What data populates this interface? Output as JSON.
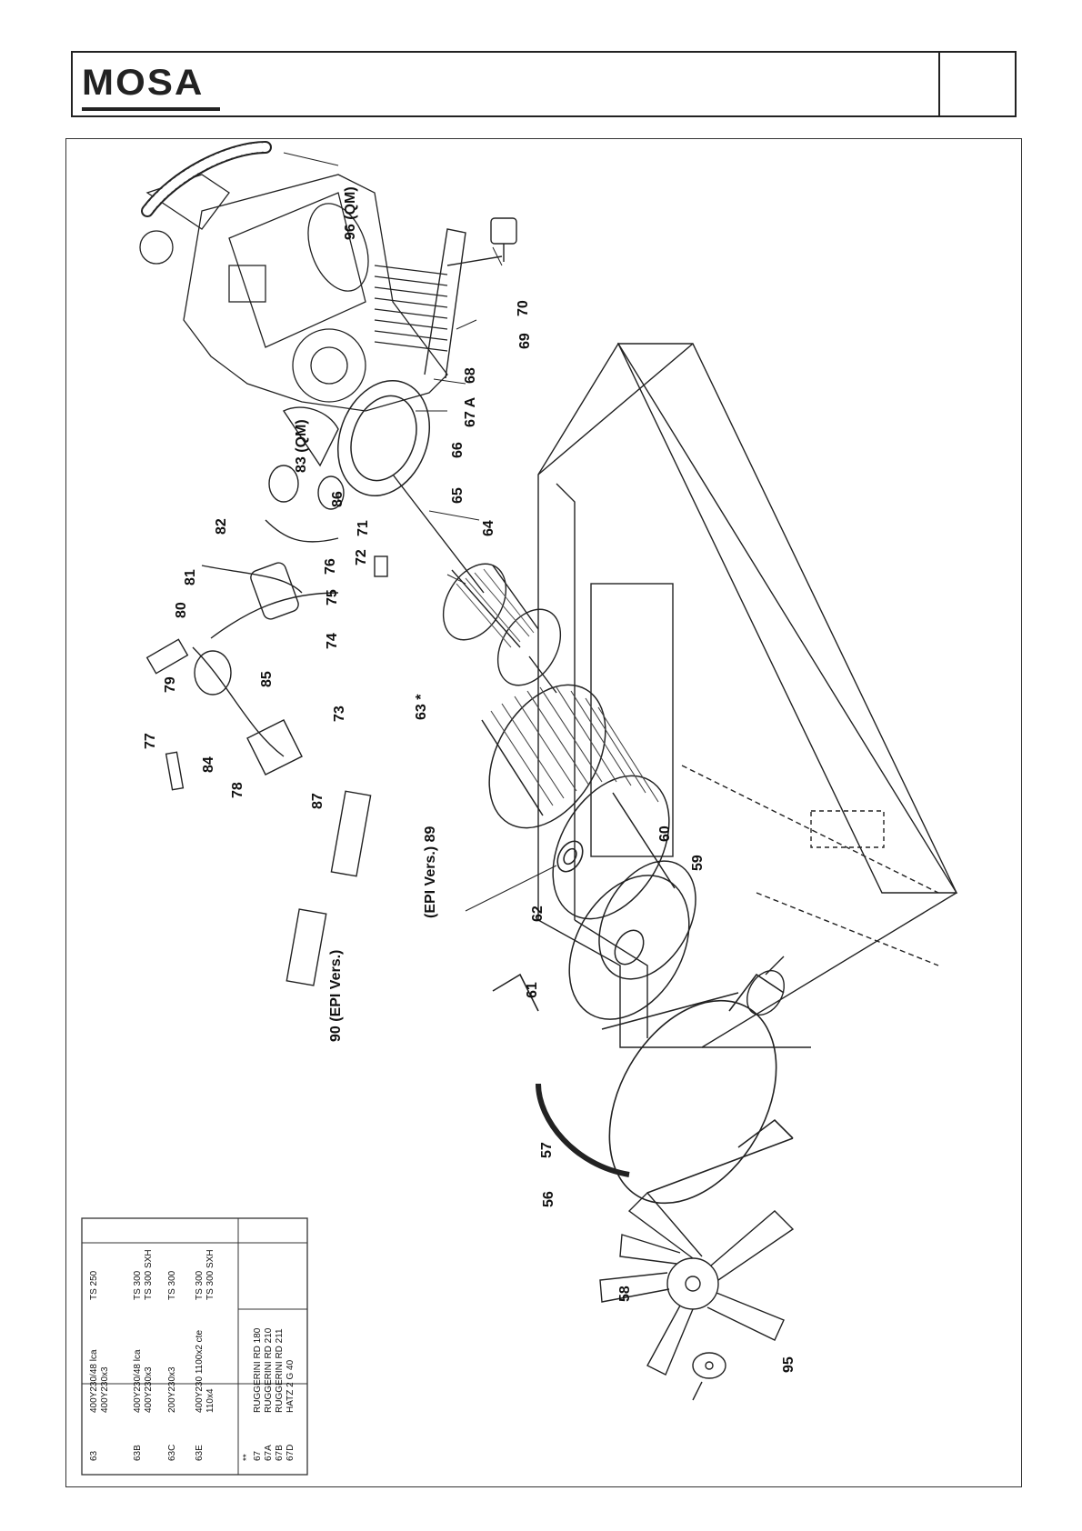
{
  "header": {
    "logo": "MOSA"
  },
  "callouts": {
    "c96": "96 (QM)",
    "c70": "70",
    "c69": "69",
    "c68": "68",
    "c67a": "67 A",
    "c66": "66",
    "c65": "65",
    "c64": "64",
    "c83": "83 (QM)",
    "c86": "86",
    "c82": "82",
    "c81": "81",
    "c80": "80",
    "c79": "79",
    "c77": "77",
    "c76": "76",
    "c75": "75",
    "c74": "74",
    "c72": "72",
    "c71": "71",
    "c85": "85",
    "c73": "73",
    "c84": "84",
    "c78": "78",
    "c87": "87",
    "c89": "(EPI Vers.) 89",
    "c90": "90 (EPI Vers.)",
    "c63": "63 *",
    "c62": "62",
    "c61": "61",
    "c60": "60",
    "c59": "59",
    "c57": "57",
    "c56": "56",
    "c58": "58",
    "c95": "95"
  },
  "legend": {
    "rows": [
      {
        "code": "63",
        "voltage": [
          "400Y230/48 lca",
          "400Y230x3"
        ],
        "model": [
          "TS 250"
        ]
      },
      {
        "code": "63B",
        "voltage": [
          "400Y230/48 lca",
          "400Y230x3"
        ],
        "model": [
          "TS 300",
          "TS 300 SXH"
        ]
      },
      {
        "code": "63C",
        "voltage": [
          "200Y230x3"
        ],
        "model": [
          "TS 300"
        ]
      },
      {
        "code": "63E",
        "voltage": [
          "400Y230 1100x2 cte",
          "110x4"
        ],
        "model": [
          "TS 300",
          "TS 300 SXH"
        ]
      }
    ],
    "engine_rows": [
      {
        "code": "**",
        "engine": ""
      },
      {
        "code": "67",
        "engine": "RUGGERINI RD 180"
      },
      {
        "code": "67A",
        "engine": "RUGGERINI RD 210"
      },
      {
        "code": "67B",
        "engine": "RUGGERINI RD 211"
      },
      {
        "code": "67D",
        "engine": "HATZ 2 G 40"
      }
    ]
  }
}
